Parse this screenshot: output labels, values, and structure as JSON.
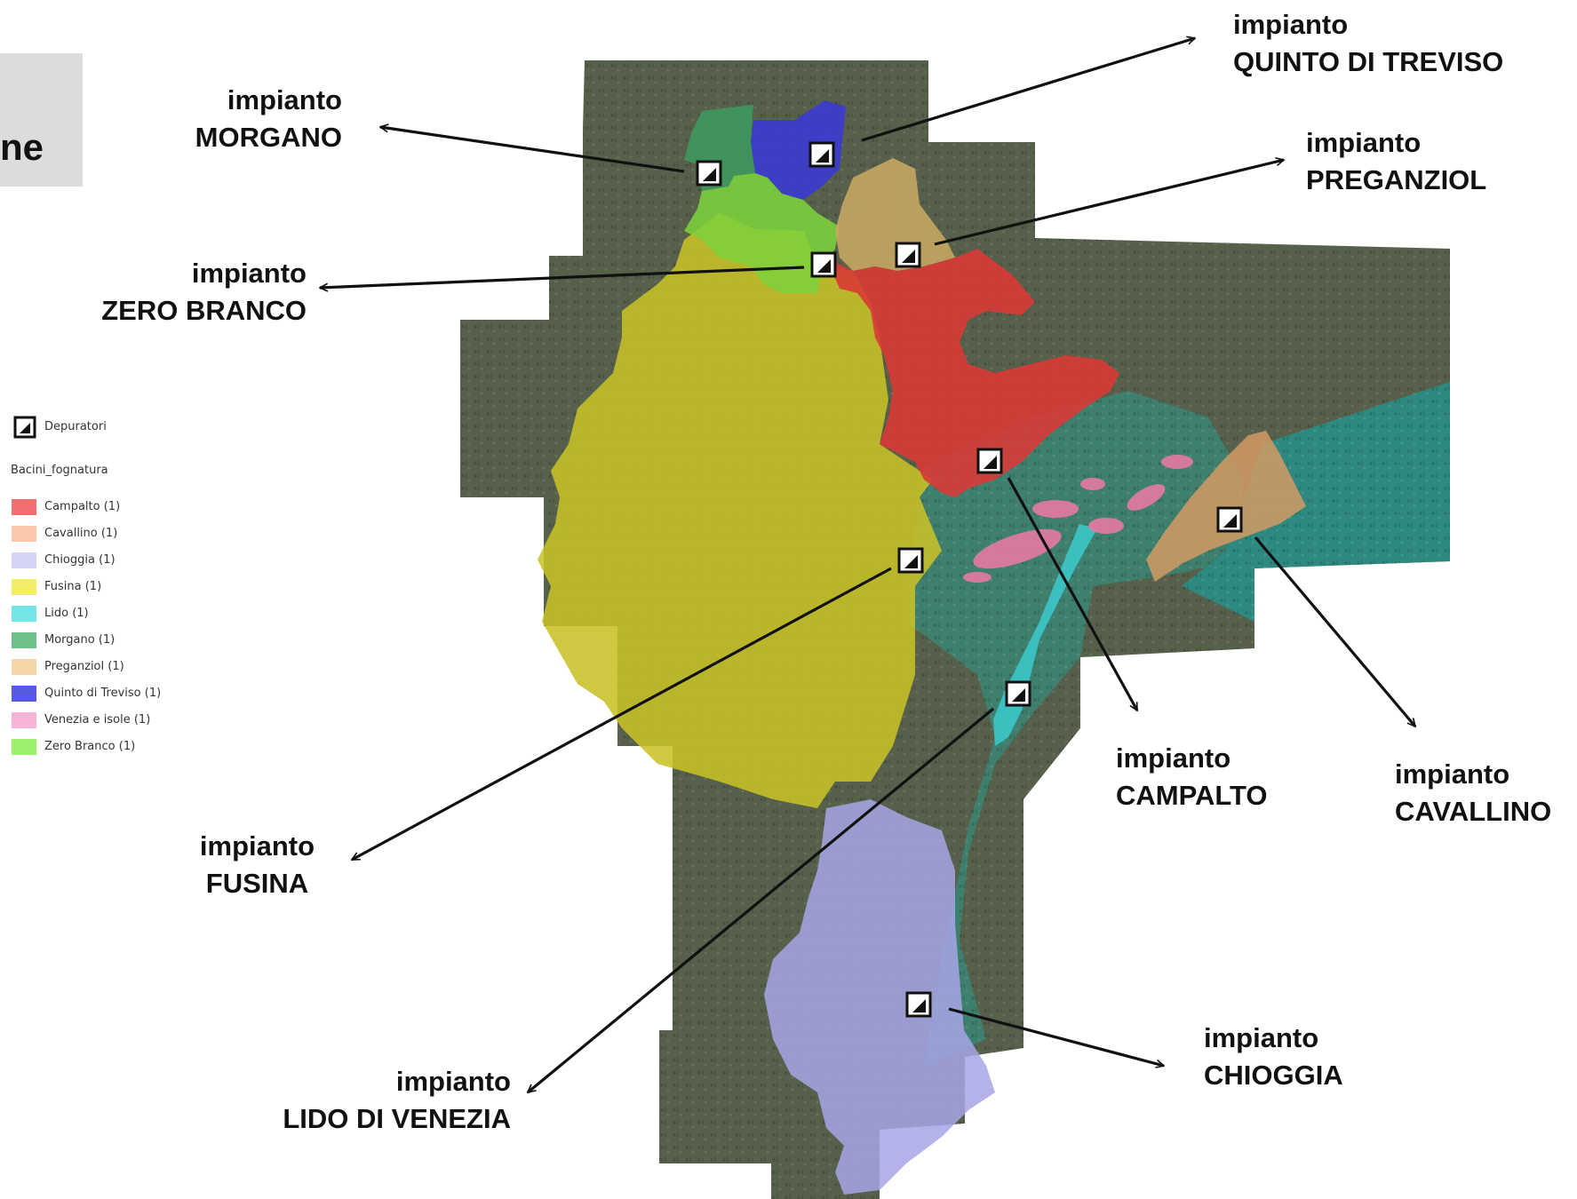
{
  "header": {
    "partial_text": "ne"
  },
  "legend": {
    "point_layer": "Depuratori",
    "polygon_layer": "Bacini_fognatura",
    "items": [
      {
        "label": "Campalto (1)",
        "color": "#f06e6e"
      },
      {
        "label": "Cavallino (1)",
        "color": "#f9c8a8"
      },
      {
        "label": "Chioggia (1)",
        "color": "#d6d4f6"
      },
      {
        "label": "Fusina (1)",
        "color": "#f1ee66"
      },
      {
        "label": "Lido (1)",
        "color": "#72e6e6"
      },
      {
        "label": "Morgano (1)",
        "color": "#6ebf8a"
      },
      {
        "label": "Preganziol (1)",
        "color": "#f5d6a8"
      },
      {
        "label": "Quinto di Treviso (1)",
        "color": "#5858e6"
      },
      {
        "label": "Venezia e isole (1)",
        "color": "#f6b4d8"
      },
      {
        "label": "Zero Branco (1)",
        "color": "#9af06a"
      }
    ]
  },
  "plants": [
    {
      "id": "morgano",
      "line1": "impianto",
      "line2": "MORGANO"
    },
    {
      "id": "quinto",
      "line1": "impianto",
      "line2": "QUINTO DI TREVISO"
    },
    {
      "id": "preganziol",
      "line1": "impianto",
      "line2": "PREGANZIOL"
    },
    {
      "id": "zero-branco",
      "line1": "impianto",
      "line2": "ZERO BRANCO"
    },
    {
      "id": "campalto",
      "line1": "impianto",
      "line2": "CAMPALTO"
    },
    {
      "id": "cavallino",
      "line1": "impianto",
      "line2": "CAVALLINO"
    },
    {
      "id": "fusina",
      "line1": "impianto",
      "line2": "FUSINA"
    },
    {
      "id": "chioggia",
      "line1": "impianto",
      "line2": "CHIOGGIA"
    },
    {
      "id": "lido",
      "line1": "impianto",
      "line2": "LIDO DI VENEZIA"
    }
  ],
  "colors": {
    "satellite_land": "#56604a",
    "lagoon_water": "#3f7f6e",
    "sea": "#2e8a80",
    "morgano": "#3f9a60",
    "quinto": "#3b3bd0",
    "zero_branco": "#7dd23c",
    "preganziol": "#c8a862",
    "campalto": "#d93a36",
    "fusina": "#c8c228",
    "cavallino": "#d49a64",
    "chioggia": "#a6a6e6",
    "venezia": "#e67aa4",
    "lido": "#3cc8c8"
  }
}
